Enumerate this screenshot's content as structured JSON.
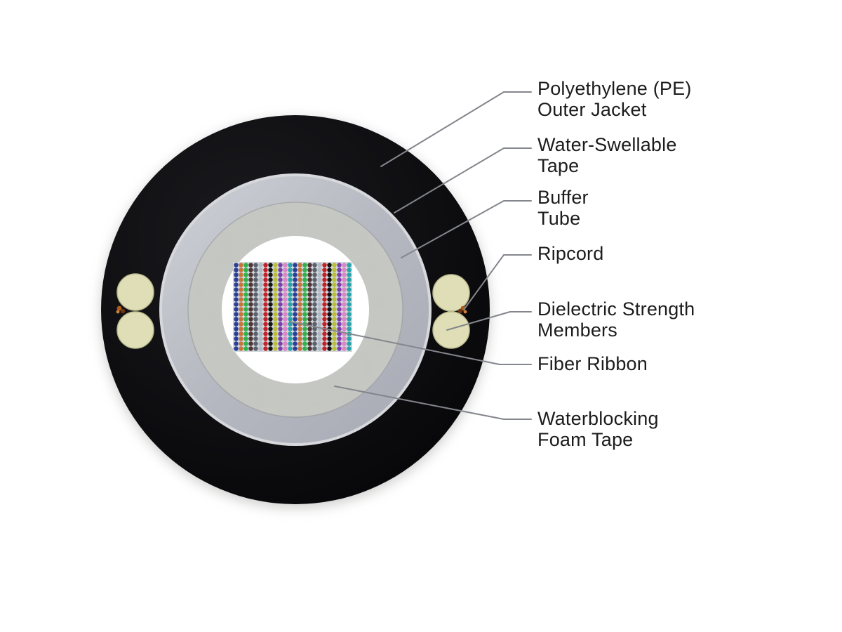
{
  "diagram": {
    "type": "fiber-optic-cable-cross-section",
    "labels": [
      {
        "id": "outer-jacket",
        "text": "Polyethylene (PE)\nOuter Jacket"
      },
      {
        "id": "water-swellable-tape",
        "text": "Water-Swellable\nTape"
      },
      {
        "id": "buffer-tube",
        "text": "Buffer\nTube"
      },
      {
        "id": "ripcord",
        "text": "Ripcord"
      },
      {
        "id": "strength-members",
        "text": "Dielectric Strength\nMembers"
      },
      {
        "id": "fiber-ribbon",
        "text": "Fiber Ribbon"
      },
      {
        "id": "waterblocking",
        "text": "Waterblocking\nFoam Tape"
      }
    ],
    "colors": {
      "background": "#ffffff",
      "jacket": "#0d0d10",
      "water_swellable_tape": "#d7d8dc",
      "buffer_tube": "#b4b6bf",
      "foam_tape": "#c6c8c3",
      "core": "#ffffff",
      "ribbon_matrix": "#d2d6da",
      "strength_member": "#dfdeb6",
      "strength_member_edge": "#b9b98d",
      "ripcord": "#b05a1c",
      "ripcord_dark": "#6f3410",
      "leader_line": "#83868c",
      "label_text": "#1c1c1c"
    },
    "fiber_ribbon": {
      "rows": 18,
      "columns": 24,
      "fiber_color_names": [
        "blue",
        "orange",
        "green",
        "brown",
        "slate",
        "white",
        "red",
        "black",
        "yellow",
        "violet",
        "rose",
        "aqua"
      ],
      "fiber_color_hex": [
        "#2a3f97",
        "#c8743a",
        "#2eb34a",
        "#4f3536",
        "#59616e",
        "#aeb9c4",
        "#c32127",
        "#141414",
        "#b7bf33",
        "#7c3fae",
        "#dc85c5",
        "#27a4ab"
      ]
    }
  }
}
